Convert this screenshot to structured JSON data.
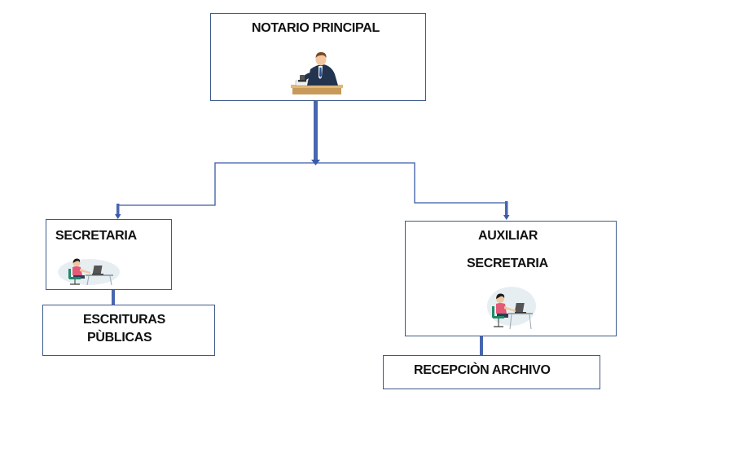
{
  "nodes": {
    "notario": {
      "title": "NOTARIO  PRINCIPAL",
      "icon": "notary-at-desk-icon"
    },
    "secretaria": {
      "title": "SECRETARIA",
      "icon": "secretary-at-computer-icon"
    },
    "escrituras": {
      "line1": "ESCRITURAS",
      "line2": "PÙBLICAS"
    },
    "auxiliar": {
      "line1": "AUXILIAR",
      "line2": "SECRETARIA",
      "icon": "secretary-at-computer-icon"
    },
    "recepcion": {
      "title": "RECEPCIÒN  ARCHIVO"
    }
  },
  "colors": {
    "connector": "#3a5aa8",
    "connector_thick": "#4866b0",
    "box_border": "#3f5a8a"
  }
}
